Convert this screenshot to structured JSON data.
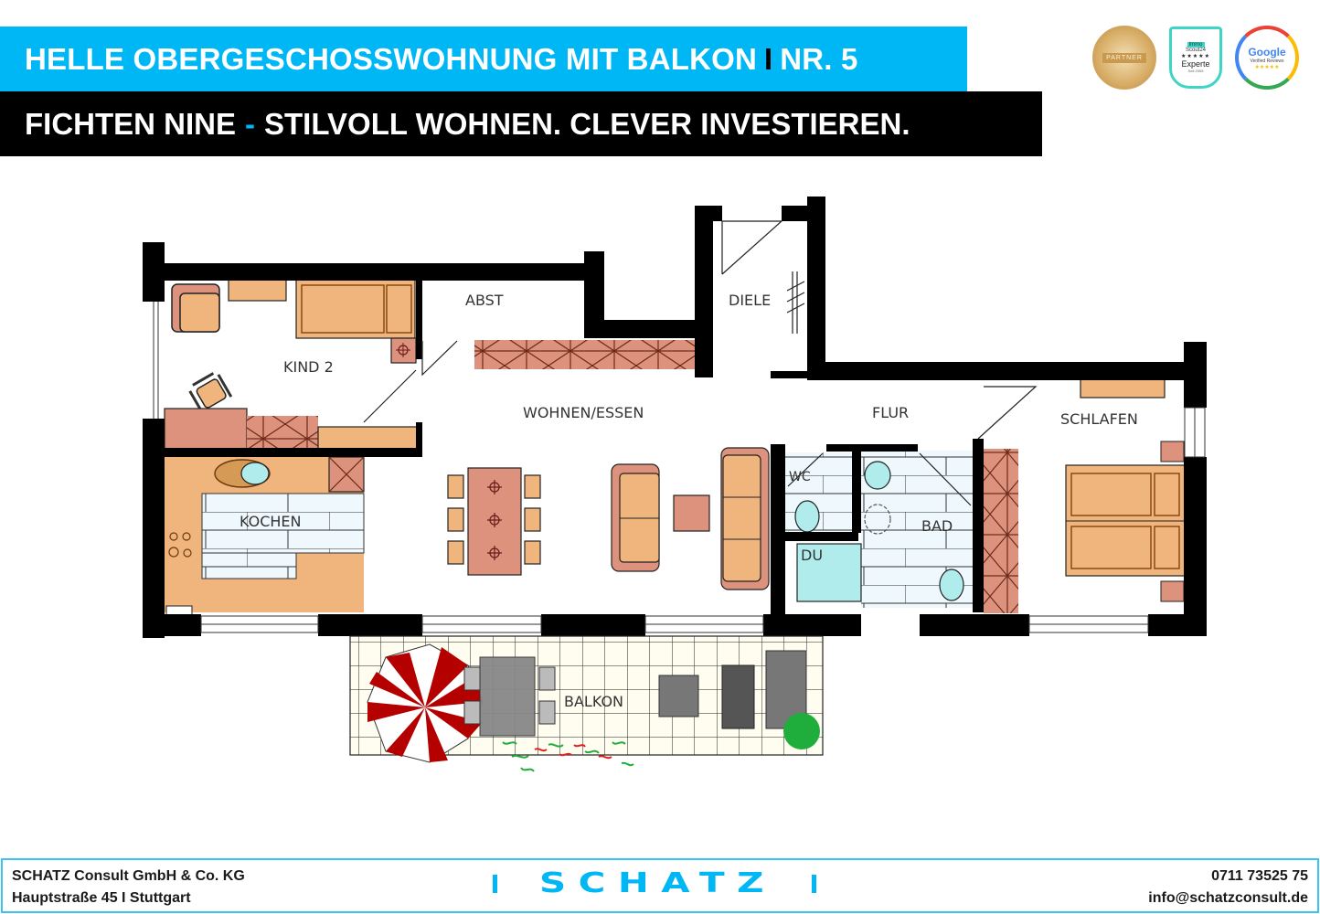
{
  "header": {
    "title": "HELLE OBERGESCHOSSWOHNUNG MIT BALKON",
    "title_separator": "I",
    "unit_number": "NR. 5",
    "project_name": "FICHTEN NINE",
    "subtitle_dash": "-",
    "slogan": "STILVOLL WOHNEN. CLEVER INVESTIEREN."
  },
  "badges": [
    {
      "type": "partner-seal",
      "label": "PARTNER"
    },
    {
      "type": "immoscout24",
      "logo": "Immo",
      "brand": "Scout24",
      "stars": "★★★★★",
      "label": "Experte",
      "since": "Seit 2005"
    },
    {
      "type": "google-reviews",
      "brand": "Google",
      "label": "Verified Reviews",
      "stars": "★★★★★"
    }
  ],
  "floor_plan": {
    "rooms": [
      {
        "id": "kind2",
        "label": "KIND  2"
      },
      {
        "id": "abst",
        "label": "ABST"
      },
      {
        "id": "diele",
        "label": "DIELE"
      },
      {
        "id": "wohnen",
        "label": "WOHNEN/ESSEN"
      },
      {
        "id": "flur",
        "label": "FLUR"
      },
      {
        "id": "schlafen",
        "label": "SCHLAFEN"
      },
      {
        "id": "kochen",
        "label": "KOCHEN"
      },
      {
        "id": "wc",
        "label": "WC"
      },
      {
        "id": "bad",
        "label": "BAD"
      },
      {
        "id": "du",
        "label": "DU"
      },
      {
        "id": "balkon",
        "label": "BALKON"
      }
    ],
    "colors": {
      "wall": "#000000",
      "furniture_light": "#f0b57c",
      "furniture_dark": "#dc927c",
      "tile": "#eef8fd",
      "sanitary": "#b0ecec",
      "balcony_floor": "#fffdf0",
      "umbrella": "#b50000",
      "plant_green": "#1fae3c"
    }
  },
  "footer": {
    "company": "SCHATZ Consult GmbH & Co. KG",
    "address": "Hauptstraße 45 I Stuttgart",
    "logo_text": "SCHATZ",
    "phone": "0711 73525 75",
    "email": "info@schatzconsult.de",
    "accent": "#00b7f6"
  }
}
